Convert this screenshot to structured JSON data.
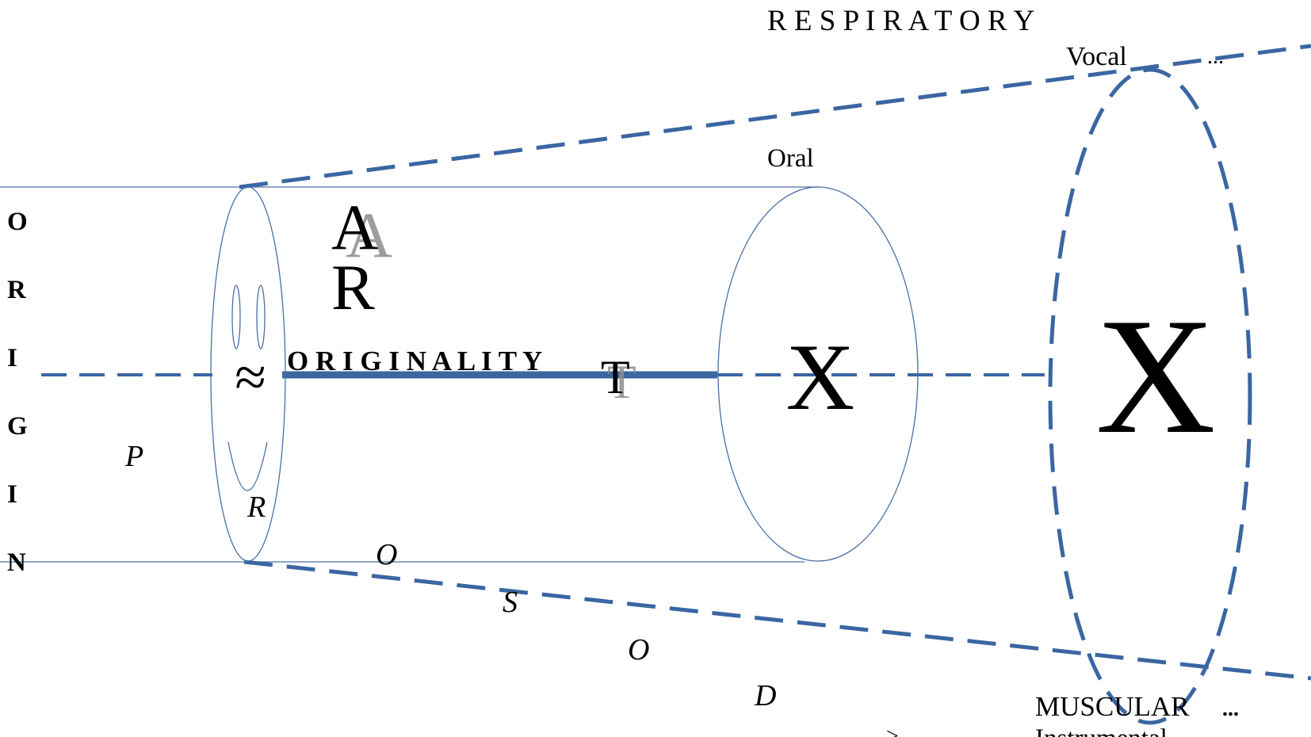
{
  "colors": {
    "accent": "#3A66A2",
    "line": "#4A6FA5",
    "ink": "#000000",
    "ghost": "#8C8C8C"
  },
  "labels": {
    "respiratory": "R E S P I R A T O R Y",
    "vocal": "Vocal",
    "vocal_ellipsis": "...",
    "oral": "Oral",
    "muscular": "MUSCULAR",
    "muscular_ellipsis": "...",
    "instrumental": "Instrumental",
    "small_arrow": ">",
    "originality": "O R I G I N A L I T Y",
    "ghost_t": "T",
    "small_x": "X",
    "big_x": "X",
    "approx": "≈",
    "art": {
      "a": "A",
      "a_ghost": "A",
      "r": "R",
      "t": "T"
    },
    "origin_letters": [
      "O",
      "R",
      "I",
      "G",
      "I",
      "N"
    ],
    "prosody_letters": [
      "P",
      "R",
      "O",
      "S",
      "O",
      "D"
    ]
  }
}
